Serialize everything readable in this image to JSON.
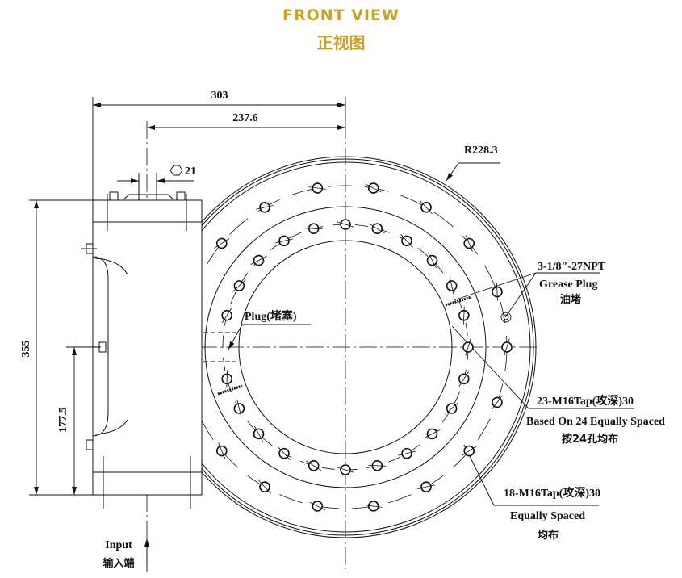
{
  "header": {
    "title_en": "FRONT VIEW",
    "title_zh": "正视图"
  },
  "dimensions": {
    "overall_width": "303",
    "center_offset": "237.6",
    "hex_size": "21",
    "outer_radius": "R228.3",
    "overall_height": "355",
    "input_height": "177.5"
  },
  "callouts": {
    "grease_plug": {
      "spec": "3-1/8\"-27NPT",
      "name_en": "Grease Plug",
      "name_zh": "油堵"
    },
    "plug": {
      "label": "Plug(堵塞)"
    },
    "inner_taps": {
      "spec": "23-M16Tap(攻深)30",
      "note_en": "Based On 24 Equally Spaced",
      "note_zh": "按24孔均布"
    },
    "outer_taps": {
      "spec": "18-M16Tap(攻深)30",
      "note_en": "Equally Spaced",
      "note_zh": "均布"
    },
    "input": {
      "label_en": "Input",
      "label_zh": "输入端"
    }
  },
  "colors": {
    "title": "#c9a227",
    "line": "#111111"
  }
}
